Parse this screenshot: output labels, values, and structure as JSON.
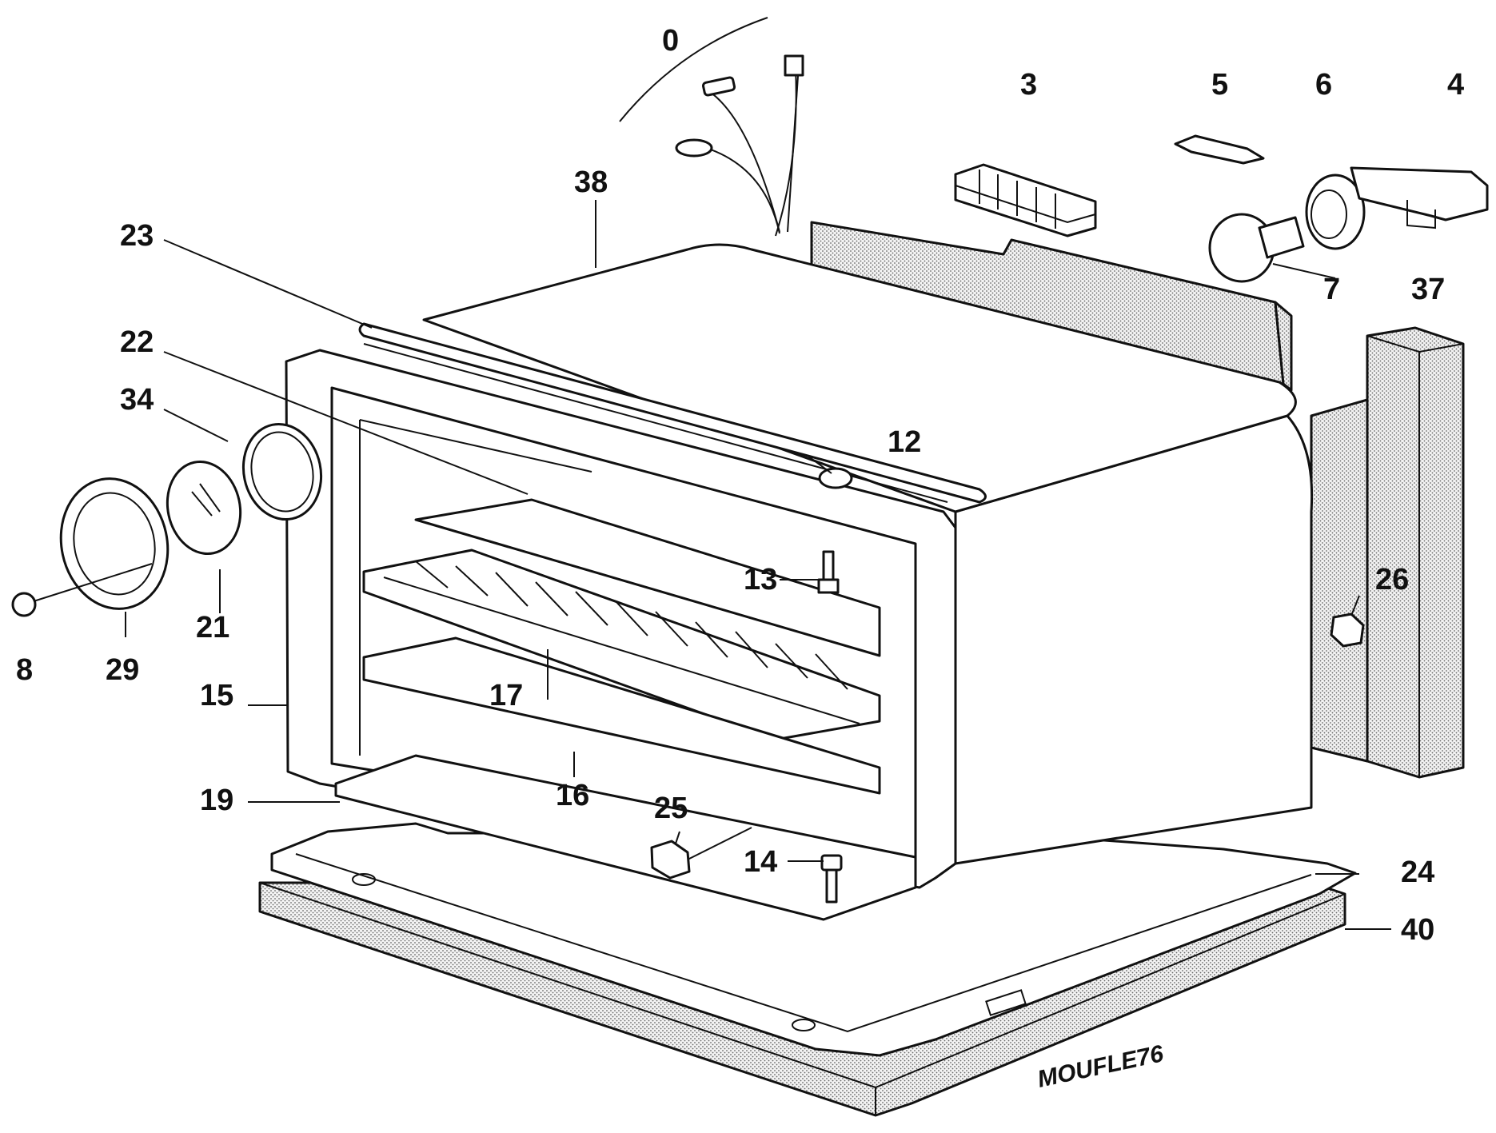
{
  "diagram_code": "MOUFLE76",
  "labels": {
    "l0": "0",
    "l3": "3",
    "l4": "4",
    "l5": "5",
    "l6": "6",
    "l7": "7",
    "l8": "8",
    "l12": "12",
    "l13": "13",
    "l14": "14",
    "l15": "15",
    "l16": "16",
    "l17": "17",
    "l19": "19",
    "l21": "21",
    "l22": "22",
    "l23": "23",
    "l24": "24",
    "l25": "25",
    "l26": "26",
    "l29": "29",
    "l34": "34",
    "l37": "37",
    "l38": "38",
    "l40": "40"
  }
}
